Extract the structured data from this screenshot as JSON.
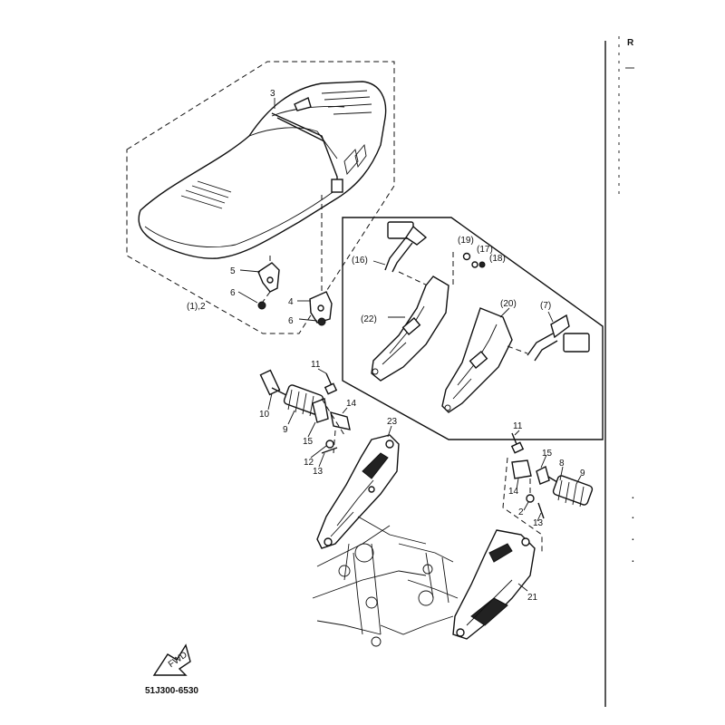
{
  "diagram": {
    "part_code": "51J300-6530",
    "front_arrow_text": "FWD",
    "edge_letter": "R",
    "labels": {
      "p3": "3",
      "p5": "5",
      "p6a": "6",
      "p6b": "6",
      "p4": "4",
      "p1_2": "(1),2",
      "p16": "(16)",
      "p19": "(19)",
      "p17": "(17)",
      "p18": "(18)",
      "p22": "(22)",
      "p20": "(20)",
      "p7": "(7)",
      "p11a": "11",
      "p14a": "14",
      "p10": "10",
      "p9a": "9",
      "p15a": "15",
      "p12a": "12",
      "p13a": "13",
      "p23": "23",
      "p11b": "11",
      "p15b": "15",
      "p8": "8",
      "p9b": "9",
      "p14b": "14",
      "p2b": "2",
      "p13b": "13",
      "p21": "21"
    }
  }
}
